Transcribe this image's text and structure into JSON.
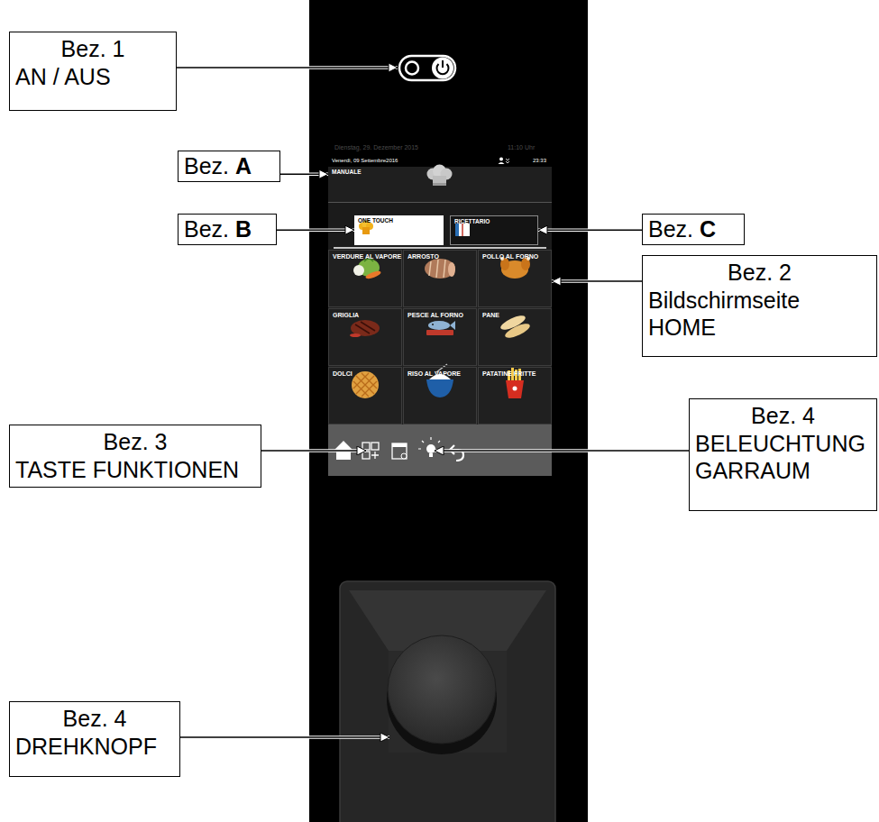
{
  "diagram": {
    "nodes": [
      {
        "text": [
          "Bez. 1",
          "AN / AUS"
        ]
      },
      {
        "text": [
          "Bez.",
          "A"
        ]
      },
      {
        "text": [
          "Bez.",
          "B"
        ]
      },
      {
        "text": [
          "Bez.",
          "C"
        ]
      },
      {
        "text": [
          "Bez. 2",
          "Bildschirmseite HOME"
        ]
      },
      {
        "text": [
          "Bez. 3",
          "TASTE FUNKTIONEN"
        ]
      },
      {
        "text": [
          "Bez. 4",
          "BELEUCHTUNG GARRAUM"
        ]
      },
      {
        "text": [
          "Bez. 4",
          "DREHKNOPF"
        ]
      },
      {
        "text": [
          "Venerdì, 09 Settembre2016",
          "23:33"
        ]
      },
      {
        "text": [
          "MANUALE"
        ],
        "in": 8
      },
      {
        "text": [
          "ONE TOUCH"
        ],
        "in": 8
      },
      {
        "text": [
          "RICETTARIO"
        ],
        "in": 8
      },
      {
        "text": [
          "VERDURE AL VAPORE"
        ],
        "in": 8
      },
      {
        "text": [
          "ARROSTO"
        ],
        "in": 8
      },
      {
        "text": [
          "POLLO AL FORNO"
        ],
        "in": 8
      },
      {
        "text": [
          "GRIGLIA"
        ],
        "in": 8
      },
      {
        "text": [
          "PESCE AL FORNO"
        ],
        "in": 8
      },
      {
        "text": [
          "PANE"
        ],
        "in": 8
      },
      {
        "text": [
          "DOLCI"
        ],
        "in": 8
      },
      {
        "text": [
          "RISO AL VAPORE"
        ],
        "in": 8
      },
      {
        "text": [
          "PATATINE FRITTE"
        ],
        "in": 8
      }
    ],
    "edges": [
      {
        "from": 1,
        "to": 9,
        "arrow": "to"
      },
      {
        "from": 2,
        "to": 10,
        "arrow": "to"
      },
      {
        "from": 3,
        "to": 11,
        "arrow": "to"
      },
      {
        "from": 4,
        "to": 14,
        "arrow": "to"
      }
    ],
    "labels": [
      "Dienstag, 29. Dezember 2015",
      "11:10 Uhr"
    ]
  }
}
